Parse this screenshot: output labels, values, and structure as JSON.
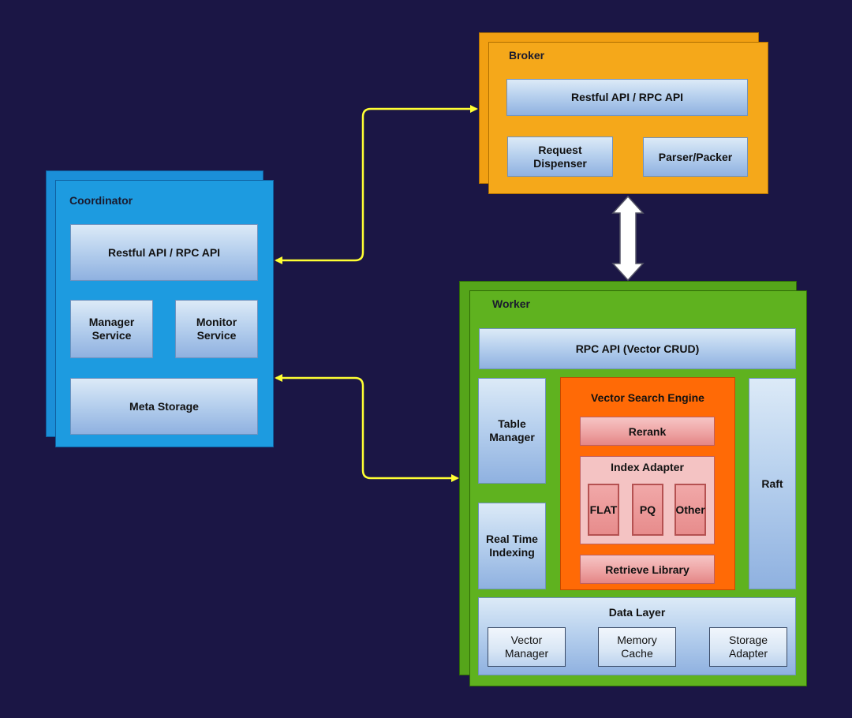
{
  "coordinator": {
    "title": "Coordinator",
    "api": "Restful API / RPC API",
    "manager_service": [
      "Manager",
      "Service"
    ],
    "monitor_service": [
      "Monitor",
      "Service"
    ],
    "meta_storage": "Meta Storage"
  },
  "broker": {
    "title": "Broker",
    "api": "Restful API / RPC API",
    "request_dispenser": [
      "Request",
      "Dispenser"
    ],
    "parser_packer": "Parser/Packer"
  },
  "worker": {
    "title": "Worker",
    "rpc_api": "RPC API (Vector CRUD)",
    "table_manager": [
      "Table",
      "Manager"
    ],
    "real_time_indexing": [
      "Real Time",
      "Indexing"
    ],
    "raft": "Raft",
    "vector_search_engine": {
      "title": "Vector Search Engine",
      "rerank": "Rerank",
      "index_adapter": {
        "title": "Index Adapter",
        "flat": "FLAT",
        "pq": "PQ",
        "other": "Other"
      },
      "retrieve_library": "Retrieve Library"
    },
    "data_layer": {
      "title": "Data Layer",
      "vector_manager": [
        "Vector",
        "Manager"
      ],
      "memory_cache": [
        "Memory",
        "Cache"
      ],
      "storage_adapter": [
        "Storage",
        "Adapter"
      ]
    }
  },
  "colors": {
    "background": "#1b1645",
    "coordinator": "#1d9be0",
    "broker": "#f5a81a",
    "worker": "#5fb21f",
    "search_engine": "#ff6a06",
    "connector": "#ffff33"
  }
}
